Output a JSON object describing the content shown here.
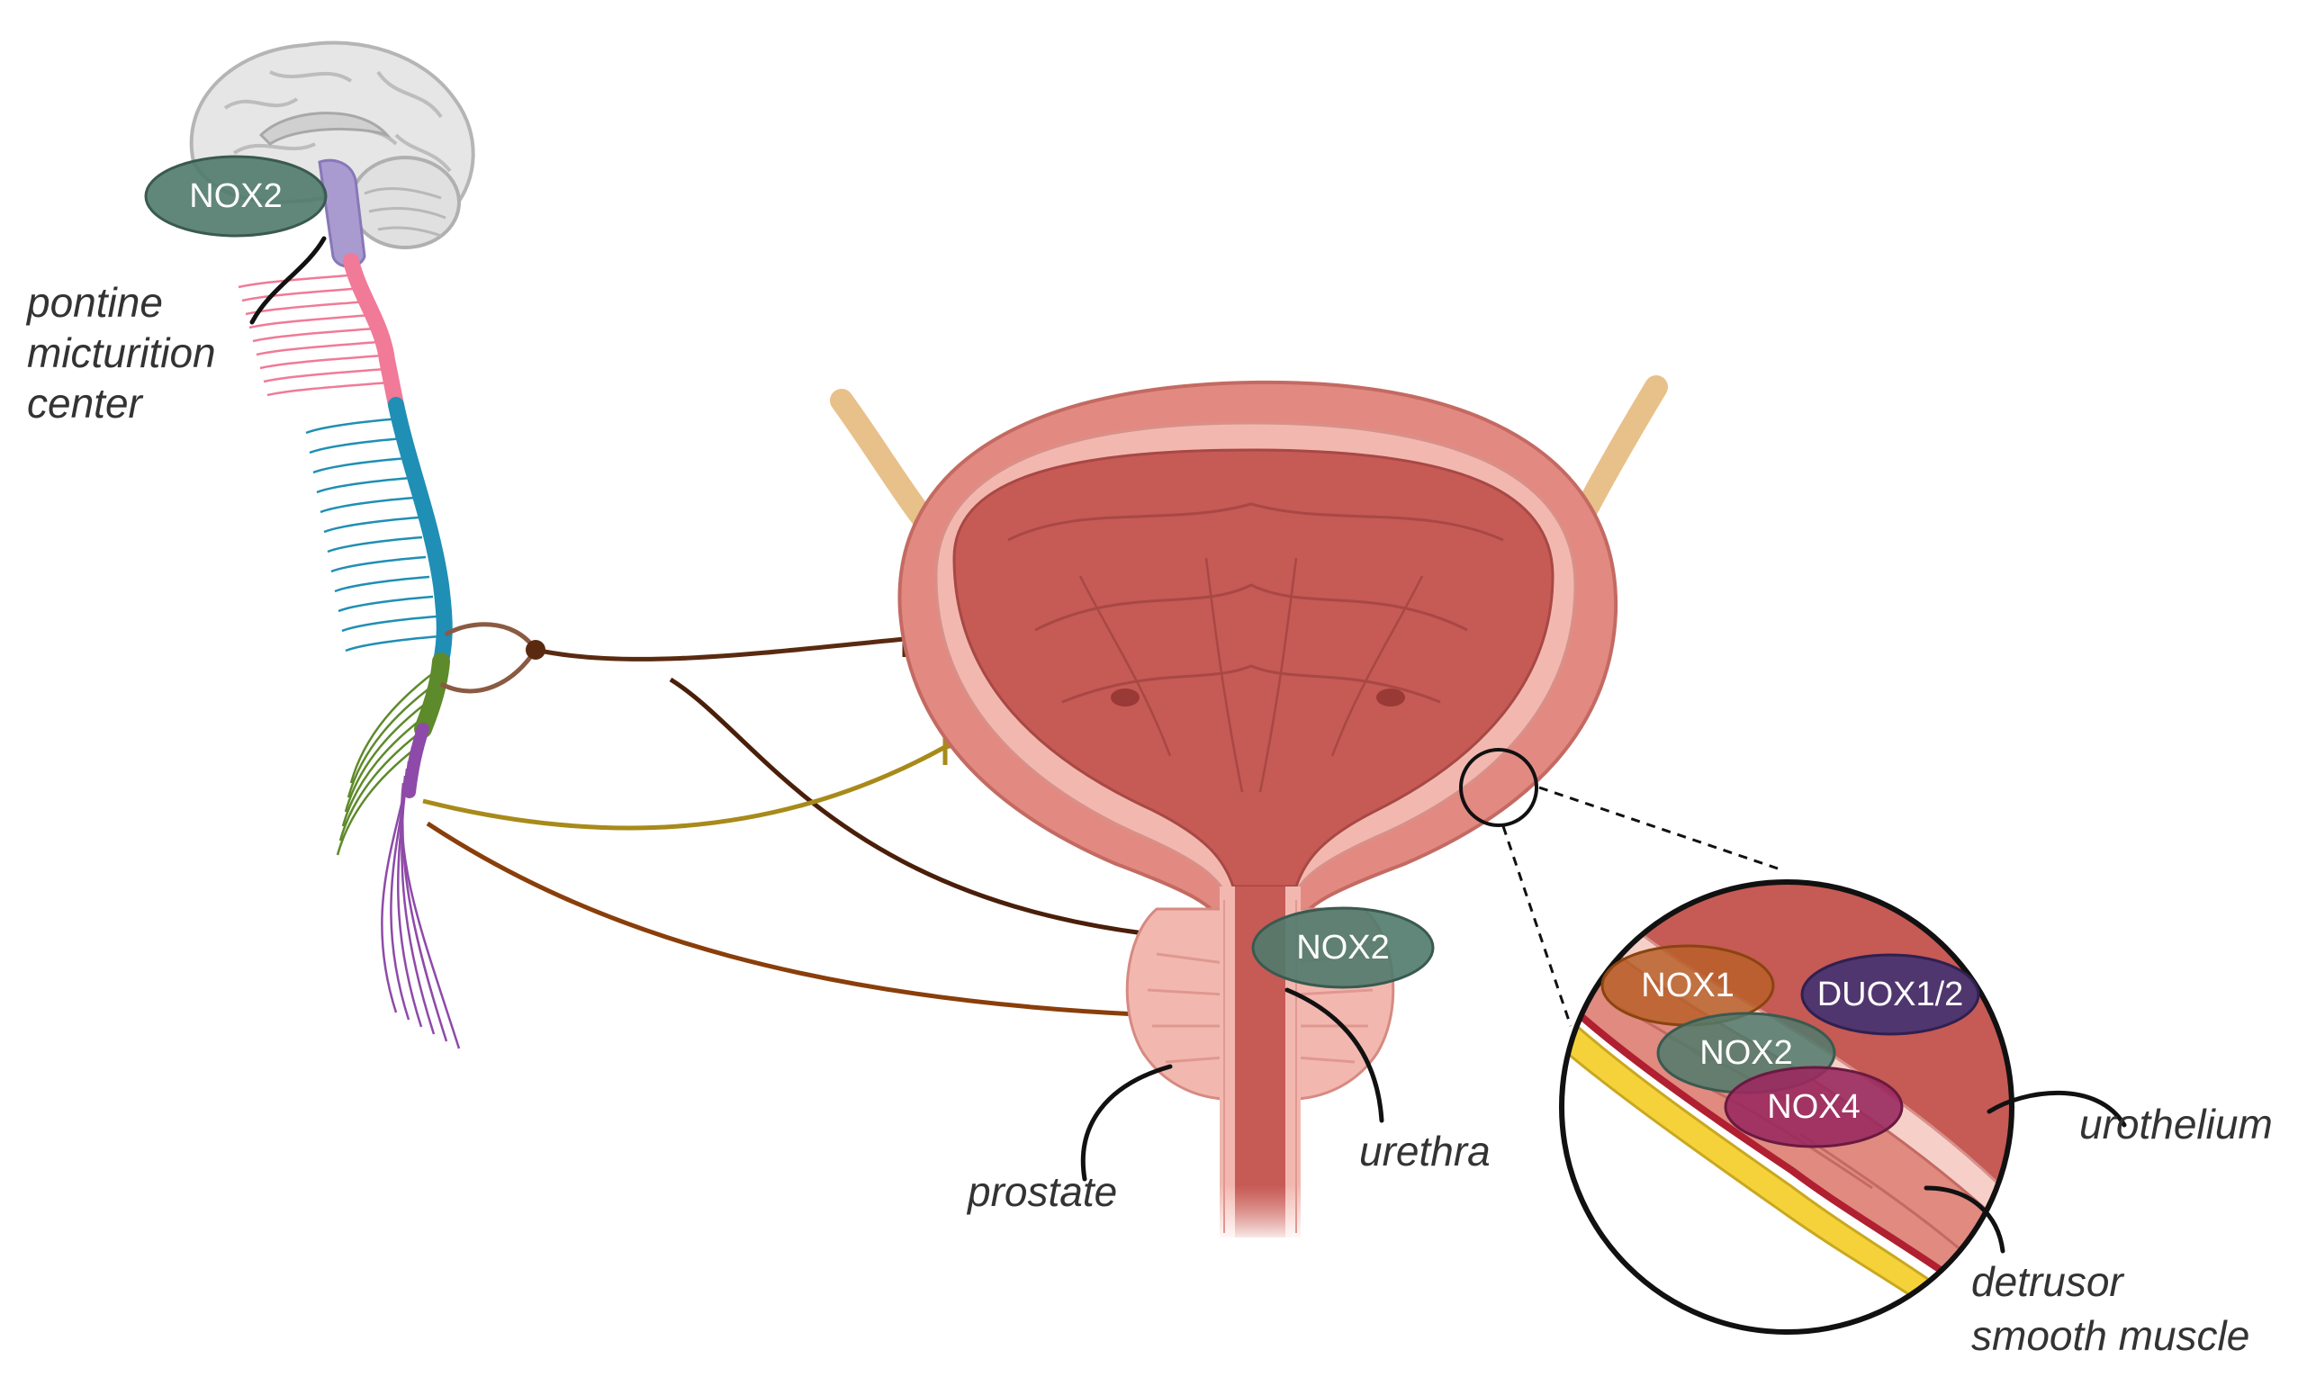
{
  "labels": {
    "pmc_line1": "pontine",
    "pmc_line2": "micturition",
    "pmc_line3": "center",
    "prostate": "prostate",
    "urethra": "urethra",
    "urothelium": "urothelium",
    "detrusor_line1": "detrusor",
    "detrusor_line2": "smooth muscle"
  },
  "enzymes": {
    "brain": "NOX2",
    "urethra": "NOX2",
    "inset_nox1": "NOX1",
    "inset_duox": "DUOX1/2",
    "inset_nox2": "NOX2",
    "inset_nox4": "NOX4"
  },
  "colors": {
    "nox2": "#4f7a6c",
    "nox1": "#b8602a",
    "duox": "#4a3570",
    "nox4": "#9a2a5f",
    "bladder_outer": "#e28a82",
    "bladder_lumen": "#c65a55",
    "spine_cervical": "#f07a97",
    "spine_thoracic": "#1f8fb5",
    "spine_lumbar": "#5d8a2a",
    "spine_sacral": "#8e4aa8"
  }
}
